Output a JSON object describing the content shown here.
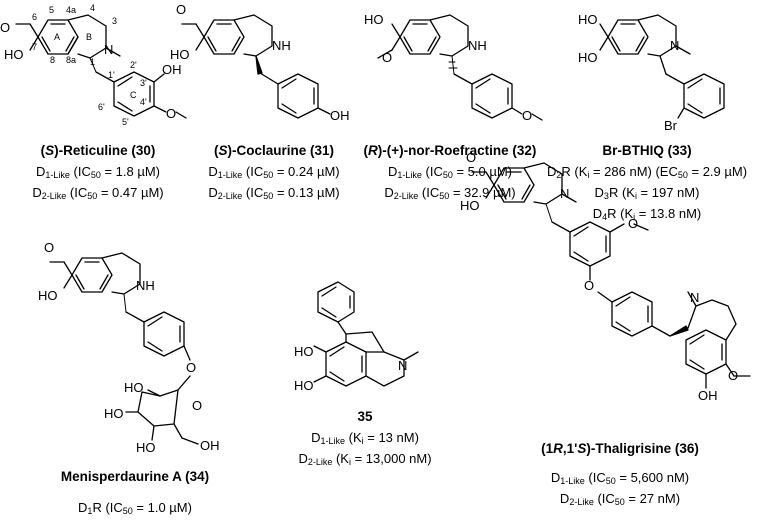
{
  "compounds": [
    {
      "id": "30",
      "name_prefix": "(",
      "name_ital": "S",
      "name_rest": ")-Reticuline (30)",
      "lines": [
        {
          "a": "D",
          "sub": "1-Like",
          "b": " (IC",
          "sub2": "50",
          "c": " = 1.8 µM)"
        },
        {
          "a": "D",
          "sub": "2-Like",
          "b": " (IC",
          "sub2": "50",
          "c": " = 0.47 µM)"
        }
      ]
    },
    {
      "id": "31",
      "name_prefix": "(",
      "name_ital": "S",
      "name_rest": ")-Coclaurine (31)",
      "lines": [
        {
          "a": "D",
          "sub": "1-Like",
          "b": " (IC",
          "sub2": "50",
          "c": " = 0.24 µM)"
        },
        {
          "a": "D",
          "sub": "2-Like",
          "b": " (IC",
          "sub2": "50",
          "c": " = 0.13 µM)"
        }
      ]
    },
    {
      "id": "32",
      "name_prefix": "(",
      "name_ital": "R",
      "name_rest": ")-(+)-nor-Roefractine (32)",
      "lines": [
        {
          "a": "D",
          "sub": "1-Like",
          "b": " (IC",
          "sub2": "50",
          "c": " = 5.0 µM)"
        },
        {
          "a": "D",
          "sub": "2-Like",
          "b": " (IC",
          "sub2": "50",
          "c": " = 32.9 µM)"
        }
      ]
    },
    {
      "id": "33",
      "name_prefix": "",
      "name_ital": "",
      "name_rest": "Br-BTHIQ (33)",
      "lines": [
        {
          "a": "D",
          "sub": "2",
          "b": "R (K",
          "sub2": "i",
          "c": " = 286 nM) (EC",
          "sub3": "50",
          "d": " = 2.9 µM)"
        },
        {
          "a": "D",
          "sub": "3",
          "b": "R (K",
          "sub2": "i",
          "c": " = 197 nM)"
        },
        {
          "a": "D",
          "sub": "4",
          "b": "R (K",
          "sub2": "i",
          "c": " = 13.8 nM)"
        }
      ]
    },
    {
      "id": "34",
      "name_prefix": "",
      "name_ital": "",
      "name_rest": "Menisperdaurine A (34)",
      "lines": [
        {
          "a": "D",
          "sub": "1",
          "b": "R (IC",
          "sub2": "50",
          "c": " = 1.0 µM)"
        }
      ]
    },
    {
      "id": "35",
      "name_prefix": "",
      "name_ital": "",
      "name_rest": "35",
      "lines": [
        {
          "a": "D",
          "sub": "1-Like",
          "b": " (K",
          "sub2": "i",
          "c": " = 13 nM)"
        },
        {
          "a": "D",
          "sub": "2-Like",
          "b": " (K",
          "sub2": "i",
          "c": " = 13,000 nM)"
        }
      ]
    },
    {
      "id": "36",
      "name_prefix": "(1",
      "name_ital": "R",
      "name_mid": ",1'",
      "name_ital2": "S",
      "name_rest": ")-Thaligrisine (36)",
      "lines": [
        {
          "a": "D",
          "sub": "1-Like",
          "b": " (IC",
          "sub2": "50",
          "c": " = 5,600 nM)"
        },
        {
          "a": "D",
          "sub": "2-Like",
          "b": " (IC",
          "sub2": "50",
          "c": " = 27 nM)"
        }
      ]
    }
  ],
  "atom_labels": {
    "O": "O",
    "HO": "HO",
    "OH": "OH",
    "N": "N",
    "NH": "NH",
    "Br": "Br",
    "ring_A": "A",
    "ring_B": "B",
    "ring_C": "C",
    "n1": "1",
    "n3": "3",
    "n4": "4",
    "n4a": "4a",
    "n5": "5",
    "n6": "6",
    "n7": "7",
    "n8": "8",
    "n8a": "8a",
    "n1p": "1'",
    "n2p": "2'",
    "n3p": "3'",
    "n4p": "4'",
    "n5p": "5'",
    "n6p": "6'"
  }
}
